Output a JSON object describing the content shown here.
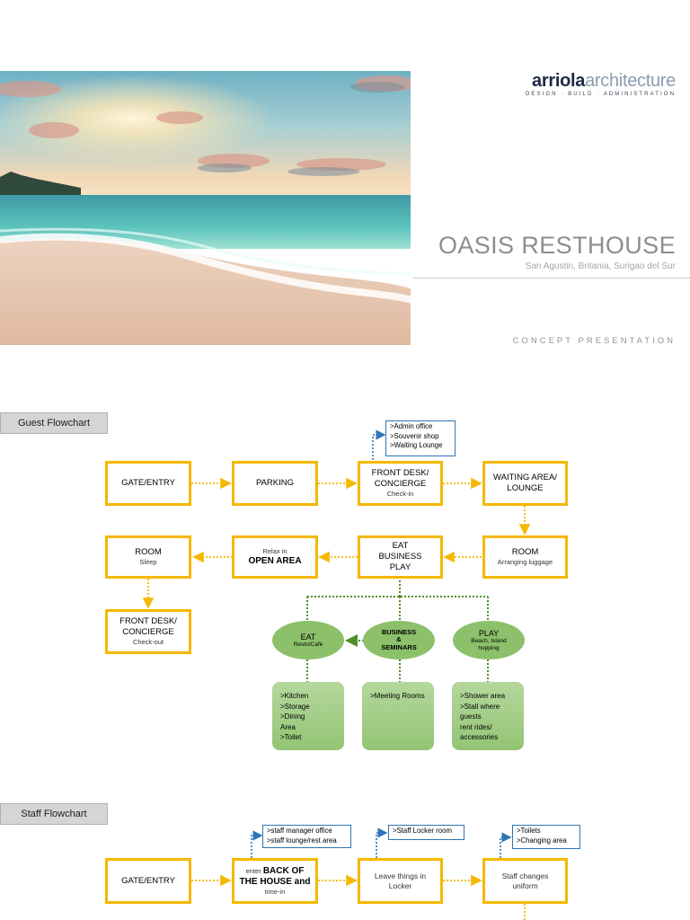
{
  "header": {
    "hero_image": "beach sunset photo",
    "logo": {
      "bold": "arriola",
      "light": "architecture",
      "tagline": "DESIGN · BUILD · ADMINISTRATION"
    },
    "project_title": "OASIS RESTHOUSE",
    "project_location": "San Agustin, Britania, Surigao del Sur",
    "presentation_label": "CONCEPT PRESENTATION"
  },
  "guest": {
    "section_label": "Guest Flowchart",
    "gate": "GATE/ENTRY",
    "parking": "PARKING",
    "front_desk_title": "FRONT DESK/\nCONCIERGE",
    "front_desk_sub": "Check-in",
    "front_desk_note": ">Admin office\n>Souvenir shop\n>Waiting Lounge",
    "waiting_title": "WAITING AREA/\nLOUNGE",
    "room2_title": "ROOM",
    "room2_sub": "Arranging luggage",
    "ebp_title": "EAT\nBUSINESS\nPLAY",
    "open_area_sub": "Relax in",
    "open_area_title": "OPEN AREA",
    "room1_title": "ROOM",
    "room1_sub": "Sleep",
    "checkout_title": "FRONT DESK/\nCONCIERGE",
    "checkout_sub": "Check-out",
    "eat_title": "EAT",
    "eat_sub": "Resto/Café",
    "business_title": "BUSINESS\n&\nSEMINARS",
    "play_title": "PLAY",
    "play_sub": "Beach, Island\nhopping",
    "eat_card": ">Kitchen\n>Storage\n>Dining\nArea\n>Toilet",
    "business_card": ">Meeting Rooms",
    "play_card": ">Shower area\n>Stall where\nguests\nrent rides/\naccessories"
  },
  "staff": {
    "section_label": "Staff Flowchart",
    "gate": "GATE/ENTRY",
    "back_pre": "enter ",
    "back_title": "BACK OF\nTHE HOUSE and",
    "back_sub": "time-in",
    "back_note": ">staff manager office\n>staff lounge/rest area",
    "locker_title": "Leave things in\nLocker",
    "locker_note": ">Staff Locker room",
    "uniform_title": "Staff changes\nuniform",
    "uniform_note": ">Toilets\n>Changing area"
  },
  "colors": {
    "box_border": "#f5b800",
    "connector_orange": "#f5b800",
    "connector_green": "#4f8f2a",
    "connector_blue": "#2e75b6",
    "node_green": "#8cc06a"
  }
}
